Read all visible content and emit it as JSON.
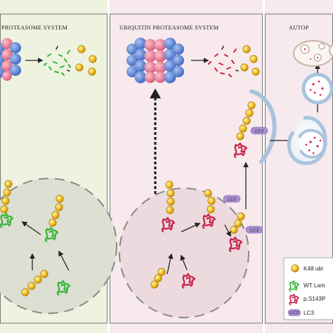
{
  "labels": {
    "left_system": "PROTEASOME SYSTEM",
    "middle_system": "UBIQUITIN PROTEASOME SYSTEM",
    "right_system": "AUTOP",
    "lc3_tag": "LC3"
  },
  "legend": {
    "items": [
      {
        "icon": "ubiquitin-bead-icon",
        "text": "K48 ubi"
      },
      {
        "icon": "green-protein-icon",
        "text": "WT Lam"
      },
      {
        "icon": "red-protein-icon",
        "text": "p.S143P"
      },
      {
        "icon": "lc3-tag-icon",
        "text": "LC3"
      }
    ]
  },
  "colors": {
    "left_panel_bg": "#eef3df",
    "middle_panel_bg": "#f7e9ec",
    "right_panel_bg": "#f6eaee",
    "nucleus_left": "#dcdfd2",
    "nucleus_middle": "#ecdadf",
    "ubiquitin": "#f3c12a",
    "wt_lamin": "#3cb43c",
    "mutant_lamin": "#c8264a",
    "lc3": "#a98ed0",
    "proteasome_blue": "#5b84d6",
    "proteasome_pink": "#e8829a"
  }
}
